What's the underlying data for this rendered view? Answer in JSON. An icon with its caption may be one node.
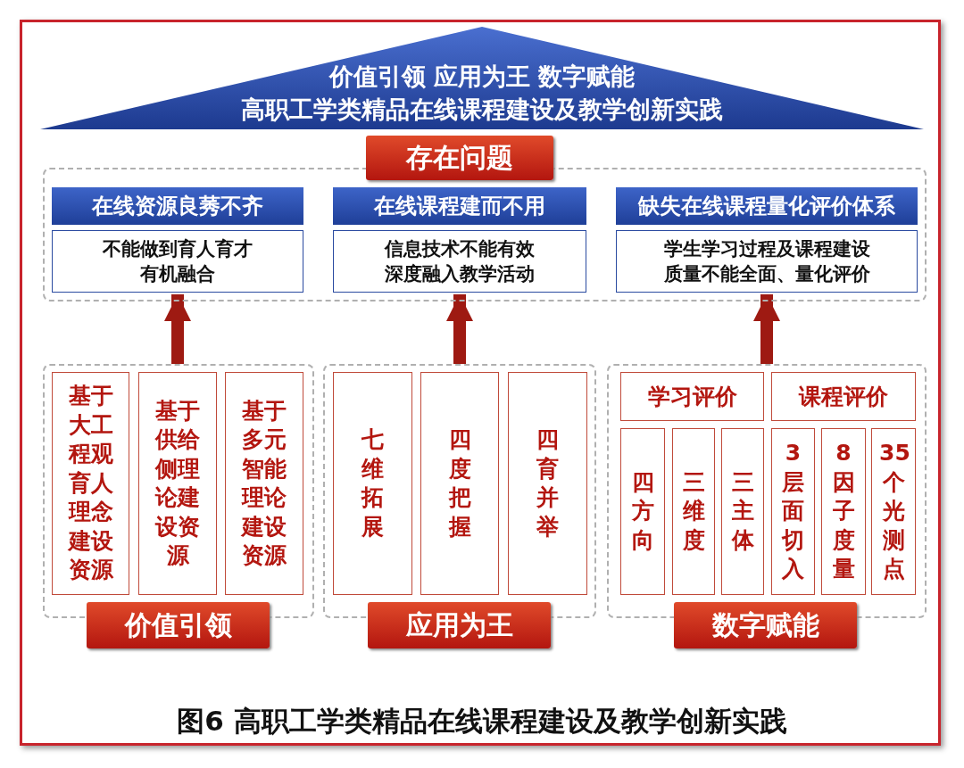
{
  "diagram": {
    "caption": "图6 高职工学类精品在线课程建设及教学创新实践",
    "nodes": [
      {
        "text": [
          "价值引领 应用为王 数字赋能",
          "高职工学类精品在线课程建设及教学创新实践"
        ]
      },
      {
        "text": [
          "存在问题"
        ]
      },
      {
        "text": [
          "在线资源良莠不齐"
        ],
        "in": 1
      },
      {
        "text": [
          "不能做到育人育才有机融合"
        ],
        "in": 1
      },
      {
        "text": [
          "在线课程建而不用"
        ],
        "in": 1
      },
      {
        "text": [
          "信息技术不能有效深度融入教学活动"
        ],
        "in": 1
      },
      {
        "text": [
          "缺失在线课程量化评价体系"
        ],
        "in": 1
      },
      {
        "text": [
          "学生学习过程及课程建设质量不能全面、量化评价"
        ],
        "in": 1
      },
      {
        "text": [
          "价值引领"
        ]
      },
      {
        "text": [
          "基于大工程观育人理念建设资源"
        ],
        "in": 8
      },
      {
        "text": [
          "基于供给侧理论建设资源"
        ],
        "in": 8
      },
      {
        "text": [
          "基于多元智能理论建设资源"
        ],
        "in": 8
      },
      {
        "text": [
          "应用为王"
        ]
      },
      {
        "text": [
          "七维拓展"
        ],
        "in": 12
      },
      {
        "text": [
          "四度把握"
        ],
        "in": 12
      },
      {
        "text": [
          "四育并举"
        ],
        "in": 12
      },
      {
        "text": [
          "数字赋能"
        ]
      },
      {
        "text": [
          "学习评价"
        ],
        "in": 16
      },
      {
        "text": [
          "课程评价"
        ],
        "in": 16
      },
      {
        "text": [
          "四方向"
        ],
        "in": 16
      },
      {
        "text": [
          "三维度"
        ],
        "in": 16
      },
      {
        "text": [
          "三主体"
        ],
        "in": 16
      },
      {
        "text": [
          "3层面切入"
        ],
        "in": 16
      },
      {
        "text": [
          "8因子度量"
        ],
        "in": 16
      },
      {
        "text": [
          "35个光测点"
        ],
        "in": 16
      }
    ],
    "edges": [
      {
        "from": 8,
        "to": 3,
        "arrow": "to"
      },
      {
        "from": 12,
        "to": 5,
        "arrow": "to"
      },
      {
        "from": 16,
        "to": 7,
        "arrow": "to"
      }
    ]
  }
}
